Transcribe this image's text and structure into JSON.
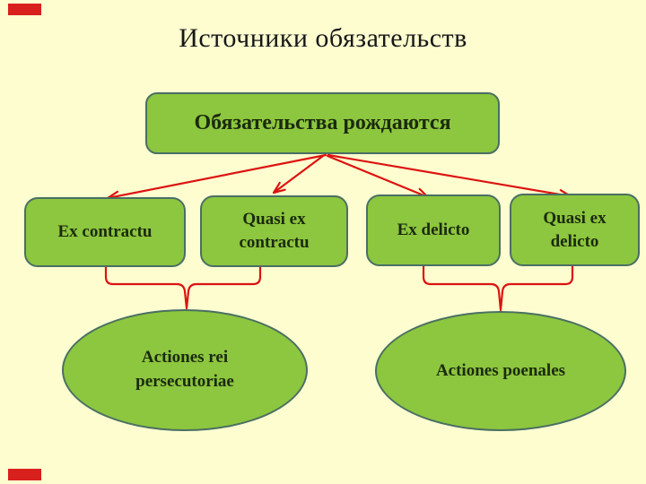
{
  "slide": {
    "title": "Источники обязательств"
  },
  "root_box": {
    "label": "Обязательства рождаются"
  },
  "boxes": [
    {
      "label": "Ex contractu"
    },
    {
      "label": "Quasi ex contractu"
    },
    {
      "label": "Ex delicto"
    },
    {
      "label": "Quasi ex delicto"
    }
  ],
  "ellipses": [
    {
      "label": "Actiones rei persecutoriae"
    },
    {
      "label": "Actiones poenales"
    }
  ],
  "colors": {
    "background": "#fdfdd0",
    "node_fill": "#8dc63f",
    "node_border": "#4a6f63",
    "connector_red": "#dc1310",
    "corner_mark_red": "#d8201c",
    "text_dark": "#1b2a0e",
    "title_color": "#171717"
  }
}
